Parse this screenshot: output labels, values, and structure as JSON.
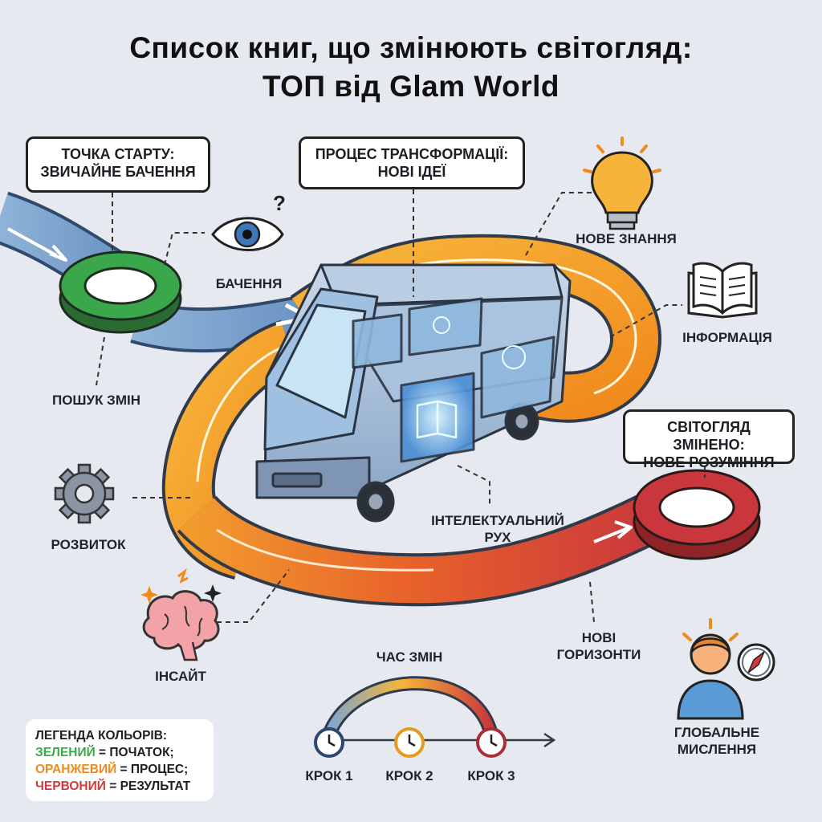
{
  "title": {
    "line1": "Список книг, що змінюють світогляд:",
    "line2": "ТОП від Glam World"
  },
  "callouts": {
    "start": [
      "Точка старту:",
      "звичайне бачення"
    ],
    "process": [
      "Процес трансформації:",
      "нові ідеї"
    ],
    "result": [
      "Світогляд змінено:",
      "нове розуміння"
    ]
  },
  "labels": {
    "vision": "Бачення",
    "search": "Пошук змін",
    "new_knowledge": "Нове знання",
    "information": "Інформація",
    "development": "Розвиток",
    "intellectual_motion": [
      "Інтелектуальний",
      "рух"
    ],
    "insight": "Інсайт",
    "new_horizons": [
      "Нові",
      "горизонти"
    ],
    "global_thinking": [
      "Глобальне",
      "мислення"
    ]
  },
  "timeline": {
    "title": "Час змін",
    "steps": [
      "Крок 1",
      "Крок 2",
      "Крок 3"
    ]
  },
  "legend": {
    "title": "Легенда кольорів:",
    "items": [
      {
        "color_word": "Зелений",
        "meaning": " = початок;",
        "color": "#3aa84a"
      },
      {
        "color_word": "Оранжевий",
        "meaning": " = процес;",
        "color": "#f08a1c"
      },
      {
        "color_word": "Червоний",
        "meaning": " = результат",
        "color": "#d23a3a"
      }
    ]
  },
  "colors": {
    "start": "#3aa84a",
    "process": "#f5a623",
    "result": "#c9373c",
    "road_blue": "#7ea6cf",
    "background": "#e6e9ef"
  },
  "icons": [
    "eye-question-icon",
    "lightbulb-icon",
    "open-book-icon",
    "gear-icon",
    "brain-icon",
    "person-icon",
    "compass-icon",
    "clock-icon",
    "minibus-icon"
  ]
}
